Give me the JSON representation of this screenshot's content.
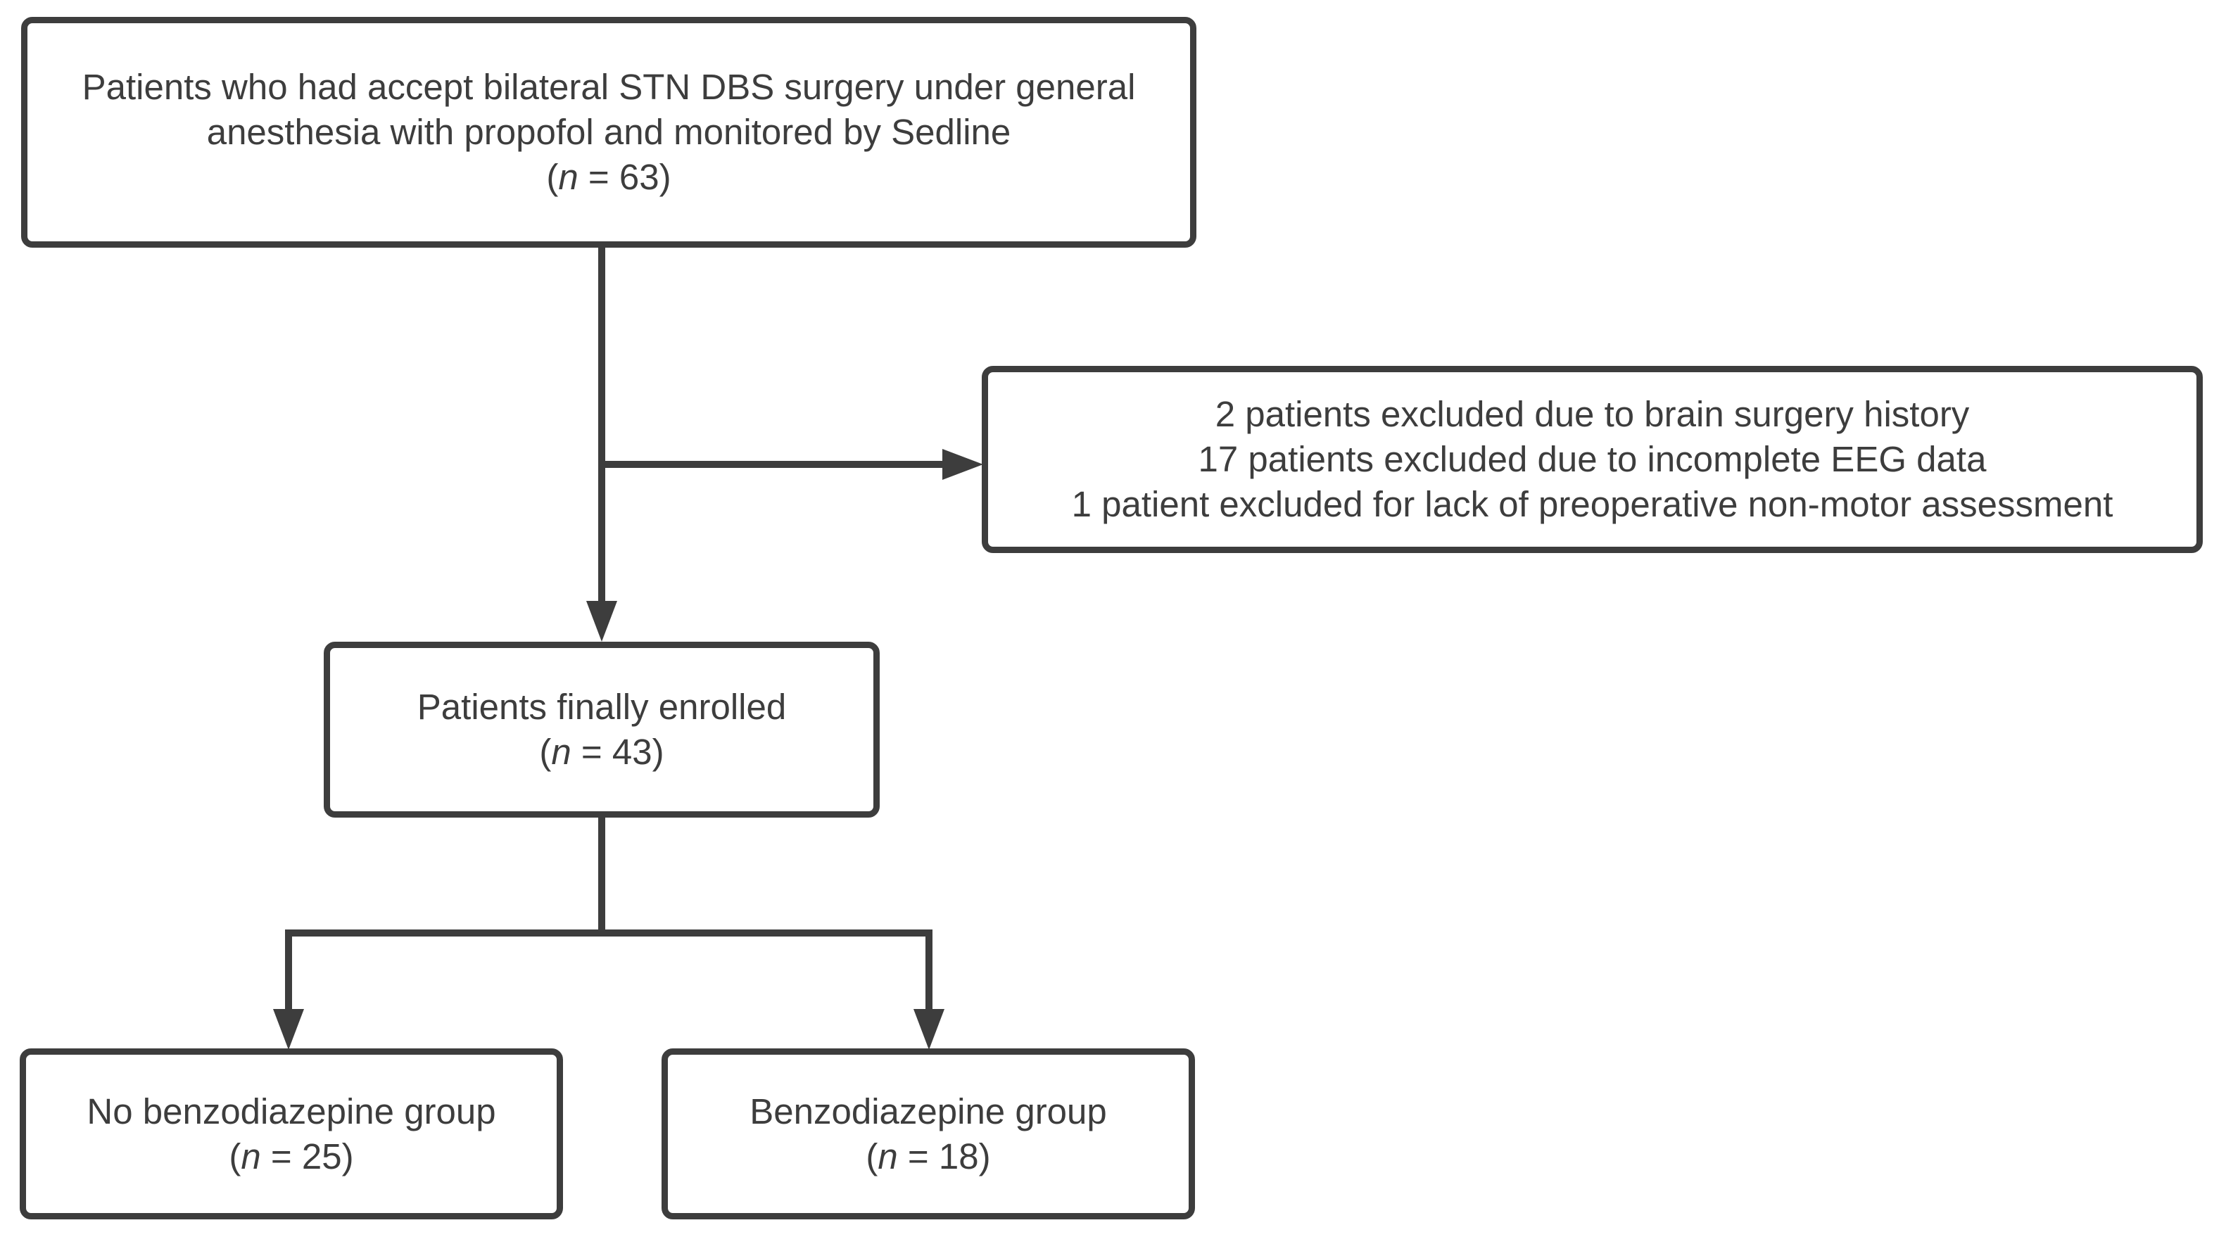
{
  "canvas": {
    "background": "#ffffff",
    "line_color": "#3d3d3d",
    "text_color": "#3d3d3d"
  },
  "boxes": {
    "eligible": {
      "lines": [
        "Patients who had accept bilateral STN DBS surgery under general",
        "anesthesia with propofol and monitored by Sedline"
      ],
      "count": {
        "open": "(",
        "n": "n",
        "rest": " = 63)"
      }
    },
    "excluded": {
      "lines": [
        "2 patients excluded due to brain surgery history",
        "17 patients excluded due to incomplete EEG data",
        "1 patient excluded for lack of preoperative non-motor assessment"
      ]
    },
    "enrolled": {
      "lines": [
        "Patients finally enrolled"
      ],
      "count": {
        "open": "(",
        "n": "n",
        "rest": " = 43)"
      }
    },
    "no_benzodiazepine": {
      "lines": [
        "No benzodiazepine group"
      ],
      "count": {
        "open": "(",
        "n": "n",
        "rest": " = 25)"
      }
    },
    "benzodiazepine": {
      "lines": [
        "Benzodiazepine group"
      ],
      "count": {
        "open": "(",
        "n": "n",
        "rest": " = 18)"
      }
    }
  }
}
